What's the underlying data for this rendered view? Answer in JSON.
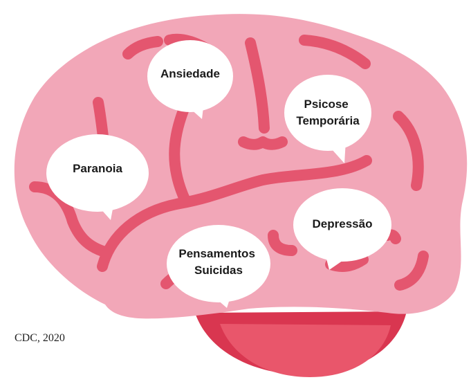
{
  "colors": {
    "brain": "#f2a7b8",
    "fold": "#e4566f",
    "stem_dark": "#d93650",
    "stem_light": "#e9566b",
    "bubble": "#ffffff",
    "text": "#1a1a1a"
  },
  "labels": {
    "ansiedade": [
      "Ansiedade"
    ],
    "psicose": [
      "Psicose",
      "Temporária"
    ],
    "paranoia": [
      "Paranoia"
    ],
    "depressao": [
      "Depressão"
    ],
    "pensamentos": [
      "Pensamentos",
      "Suicidas"
    ]
  },
  "source": "CDC, 2020"
}
